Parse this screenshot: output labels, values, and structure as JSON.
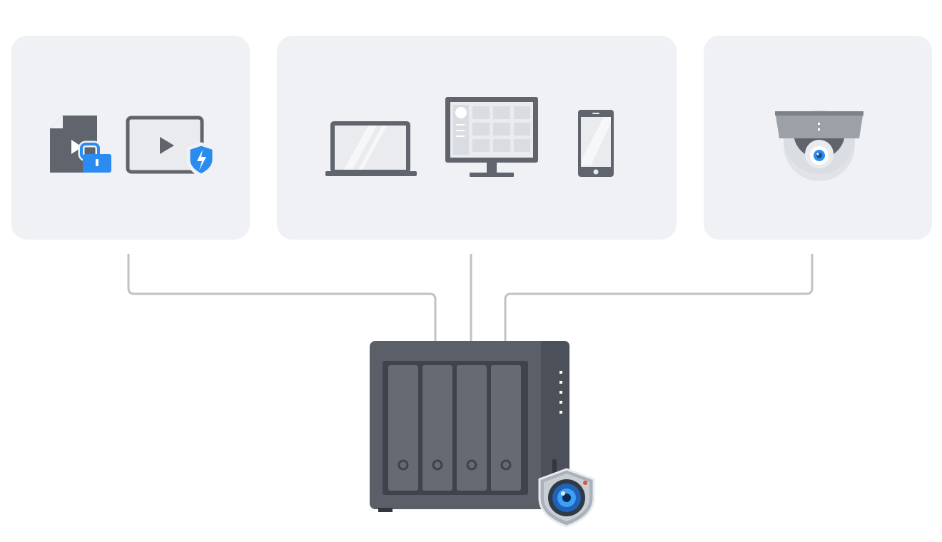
{
  "colors": {
    "panel_bg": "#eff1f4",
    "icon_dark": "#5f646d",
    "icon_light": "#e9ebee",
    "accent_blue": "#2a8cf0",
    "connector": "#c2c2c2",
    "nas_body": "#5a5f68",
    "nas_bay_frame": "#3f434a",
    "nas_drive": "#656a73",
    "nas_side": "#4c5058",
    "led": "#ffffff"
  },
  "panels": [
    {
      "id": "media-security",
      "icons": [
        "locked-video-file-icon",
        "protected-video-player-icon"
      ]
    },
    {
      "id": "client-devices",
      "icons": [
        "laptop-icon",
        "desktop-monitor-icon",
        "smartphone-icon"
      ]
    },
    {
      "id": "surveillance",
      "icons": [
        "dome-camera-icon"
      ]
    }
  ],
  "nas": {
    "drive_bays": 4,
    "status_leds": 5,
    "badge_icon": "surveillance-station-shield-icon"
  }
}
